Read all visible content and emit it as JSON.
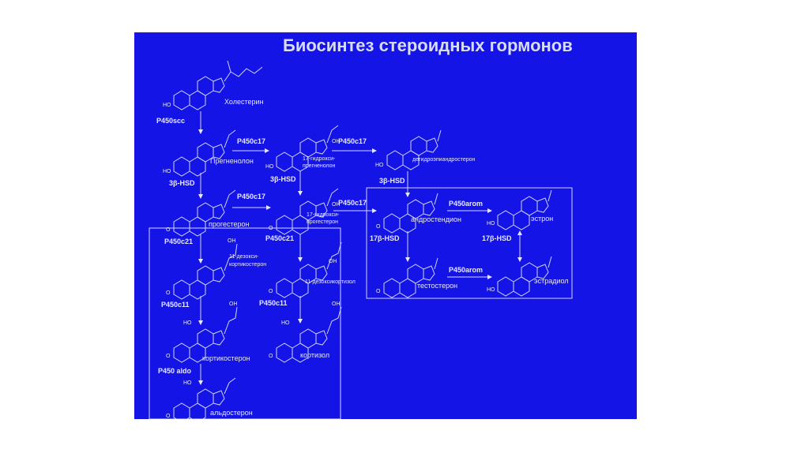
{
  "slide": {
    "title": "Биосинтез стероидных гормонов"
  },
  "molecules": {
    "cholesterol": "Холестерин",
    "pregnenolone": "Прегненолон",
    "hydroxypregnenolone_1": "17-гидрокси-",
    "hydroxypregnenolone_2": "прегненолон",
    "dhea": "дегидроэпиандростерон",
    "progesterone": "прогестерон",
    "hydroxyprogesterone_1": "17-гидрокси-",
    "hydroxyprogesterone_2": "прогестерон",
    "androstenedione": "андростендион",
    "estrone": "эстрон",
    "deoxycorticosterone_1": "11-дезокси-",
    "deoxycorticosterone_2": "кортикостерон",
    "deoxycortisol": "11-дезоксикортизол",
    "testosterone": "тестостерон",
    "estradiol": "эстрадиол",
    "corticosterone": "кортикостерон",
    "cortisol": "кортизол",
    "aldosterone": "альдостерон"
  },
  "enzymes": {
    "p450scc": "P450scc",
    "p450c17_a": "P450c17",
    "p450c17_b": "P450c17",
    "p450c17_c": "P450c17",
    "p450c17_d": "P450c17",
    "hsd3b_a": "3β-HSD",
    "hsd3b_b": "3β-HSD",
    "hsd3b_c": "3β-HSD",
    "p450c21_a": "P450c21",
    "p450c21_b": "P450c21",
    "p450c11_a": "P450c11",
    "p450c11_b": "P450c11",
    "p450aldo": "P450 aldo",
    "hsd17b_a": "17β-HSD",
    "hsd17b_b": "17β-HSD",
    "p450arom_a": "P450arom",
    "p450arom_b": "P450arom"
  },
  "groups": {
    "ho": "HO",
    "oh": "OH",
    "o": "O"
  }
}
